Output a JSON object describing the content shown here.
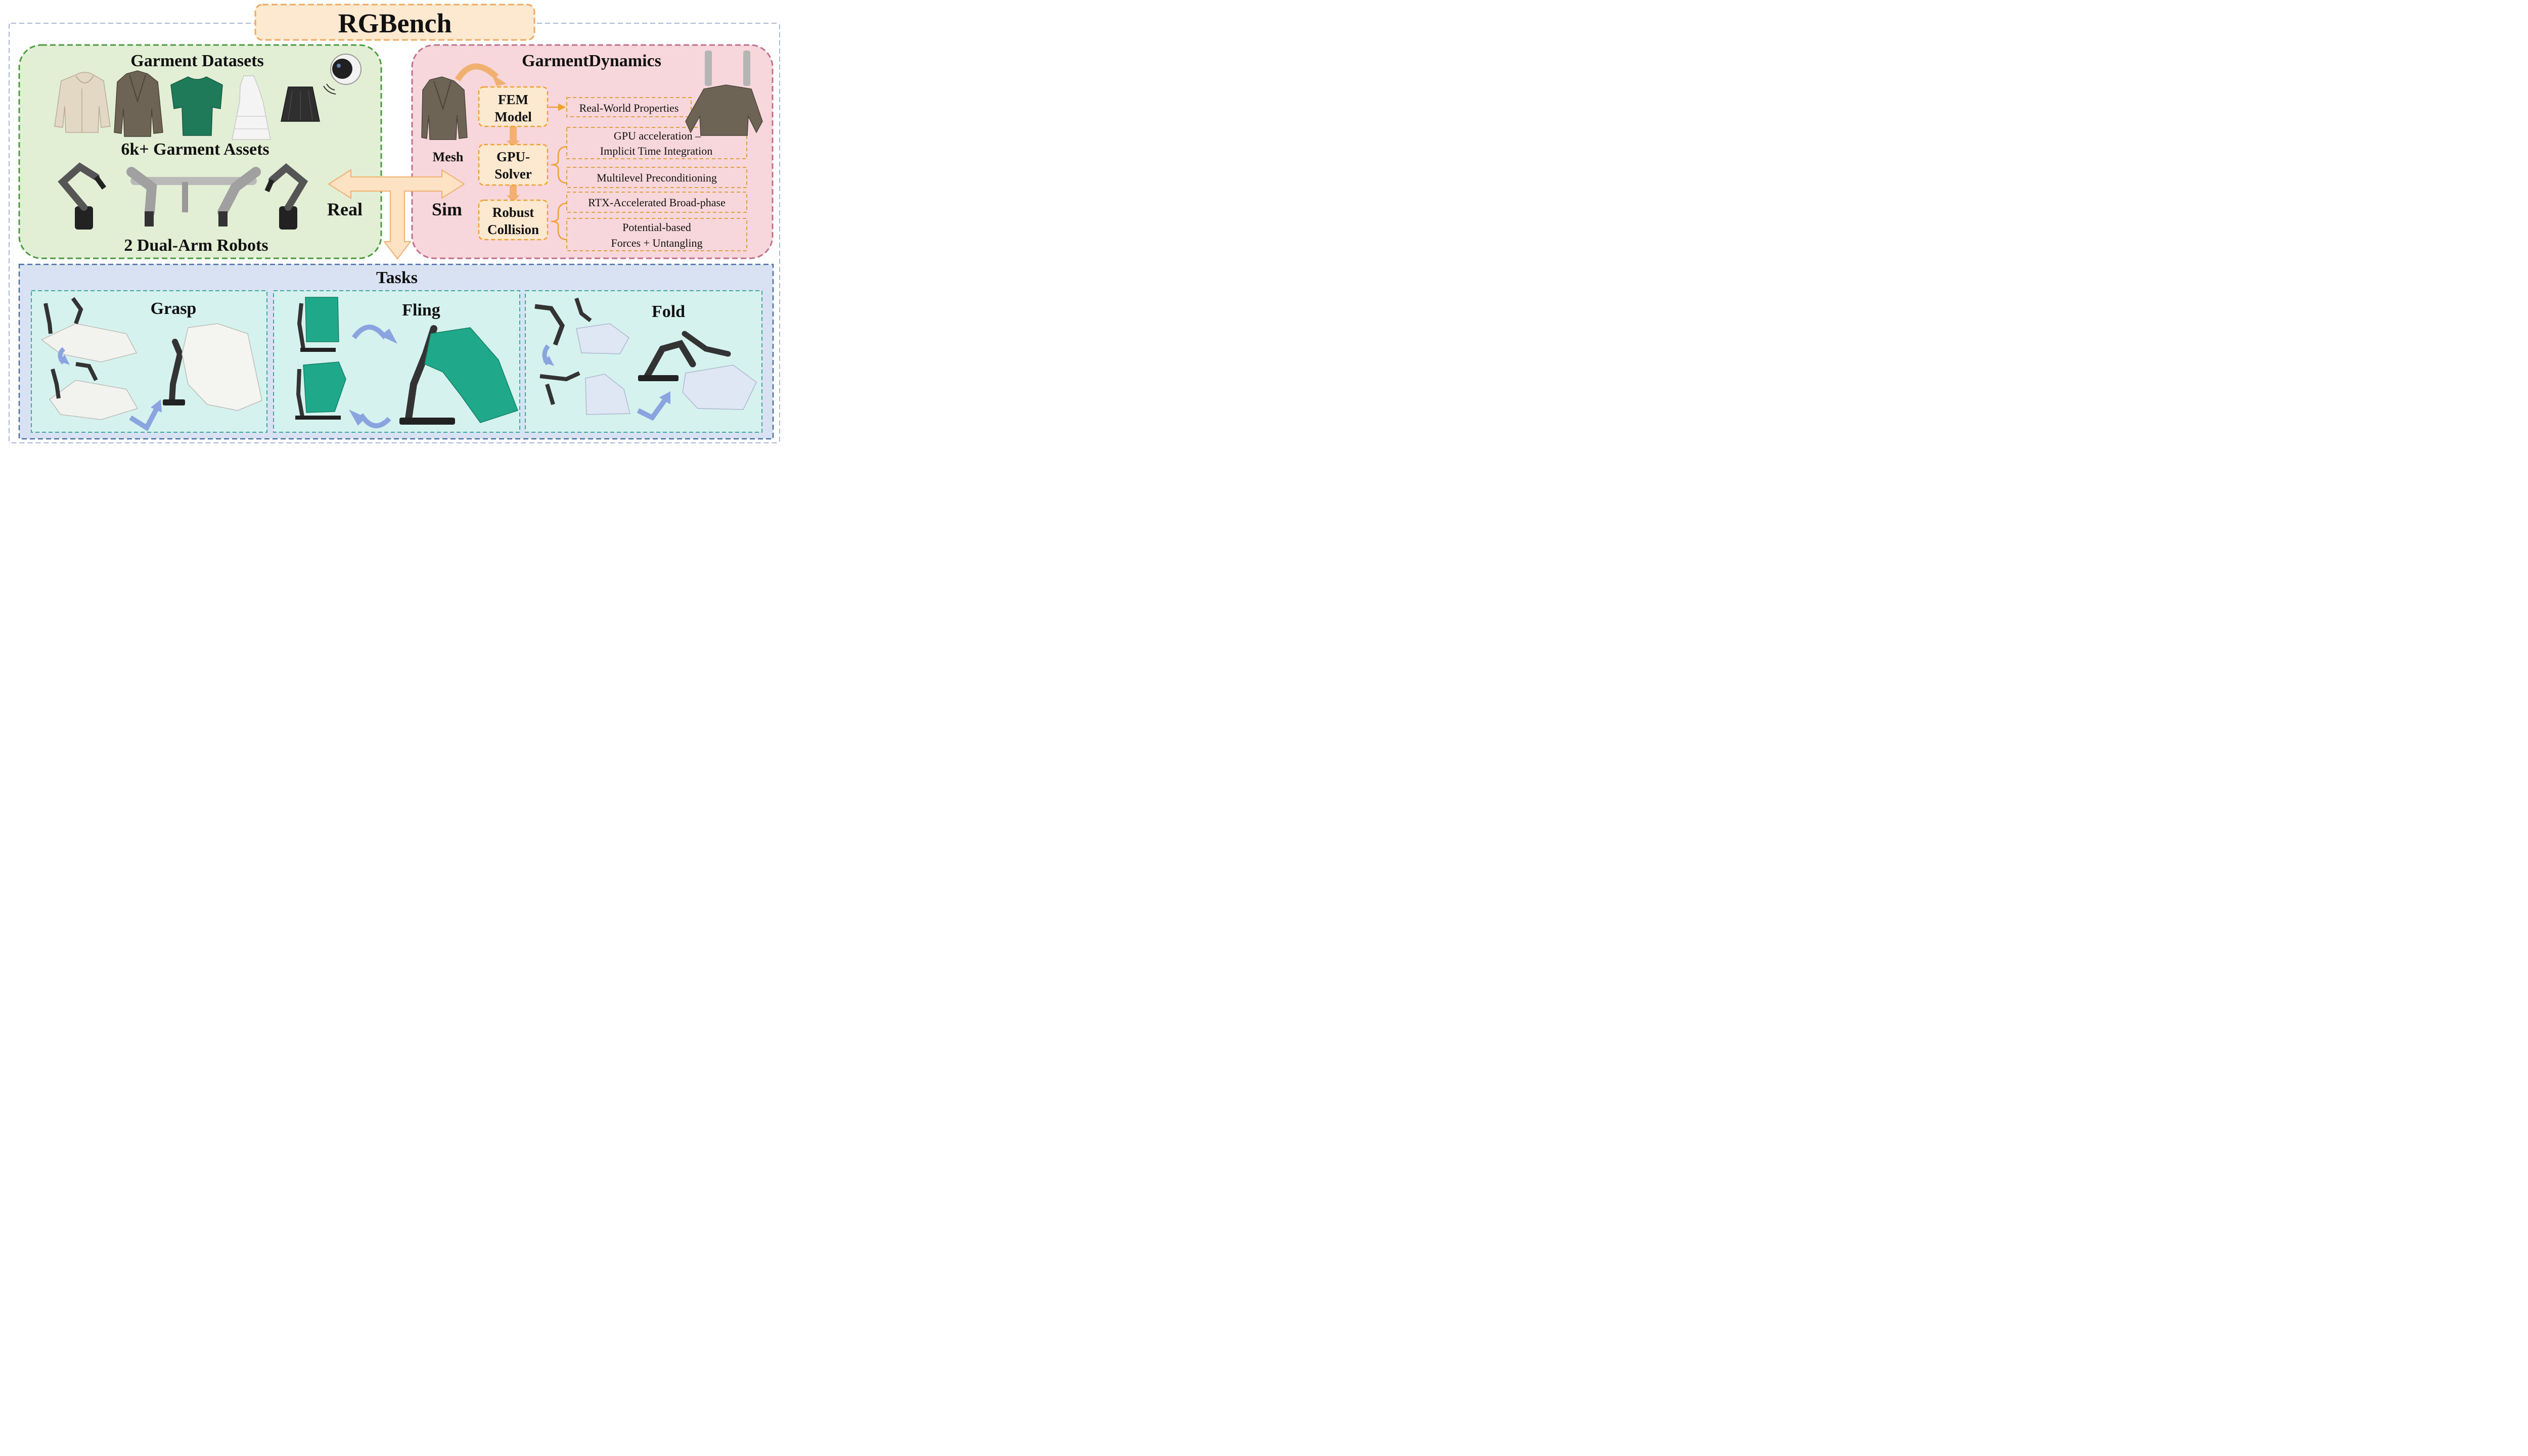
{
  "title": "RGBench",
  "labels": {
    "real": "Real",
    "sim": "Sim"
  },
  "datasets": {
    "title": "Garment Datasets",
    "assets": "6k+ Garment Assets",
    "robots": "2 Dual-Arm Robots",
    "garments": [
      "hoodie",
      "blazer",
      "t-shirt",
      "dress",
      "pleated-skirt"
    ],
    "colors": {
      "hoodie": "#e3d8c4",
      "blazer": "#6e6455",
      "tshirt": "#1f7a5a",
      "dress": "#f4f4f4",
      "skirt": "#2f2f2f"
    }
  },
  "dynamics": {
    "title": "GarmentDynamics",
    "mesh": "Mesh",
    "fem": [
      "FEM",
      "Model"
    ],
    "gpu": [
      "GPU-",
      "Solver"
    ],
    "collision": [
      "Robust",
      "Collision"
    ],
    "real_props": "Real-World Properties",
    "gpu_accel": [
      "GPU acceleration –",
      "Implicit Time Integration"
    ],
    "multilevel": "Multilevel Preconditioning",
    "rtx": "RTX-Accelerated Broad-phase",
    "potential": [
      "Potential-based",
      "Forces + Untangling"
    ]
  },
  "tasks": {
    "title": "Tasks",
    "grasp": "Grasp",
    "fling": "Fling",
    "fold": "Fold"
  },
  "colors": {
    "datasets_bg": "#e3efd5",
    "datasets_border": "#4a9a3e",
    "dynamics_bg": "#f8d7dc",
    "dynamics_border": "#c0708a",
    "tasks_bg": "#d8e2f2",
    "tasks_border": "#4a6fa5",
    "task_panel_bg": "#d6f2ee",
    "task_panel_border": "#3aa89c",
    "title_bg": "#fde9cf",
    "title_border": "#f0a860",
    "node_bg": "#fde9cf",
    "node_border": "#f0a030",
    "arrow_orange": "#f5c28a",
    "arrow_blue": "#8aa4e0"
  }
}
